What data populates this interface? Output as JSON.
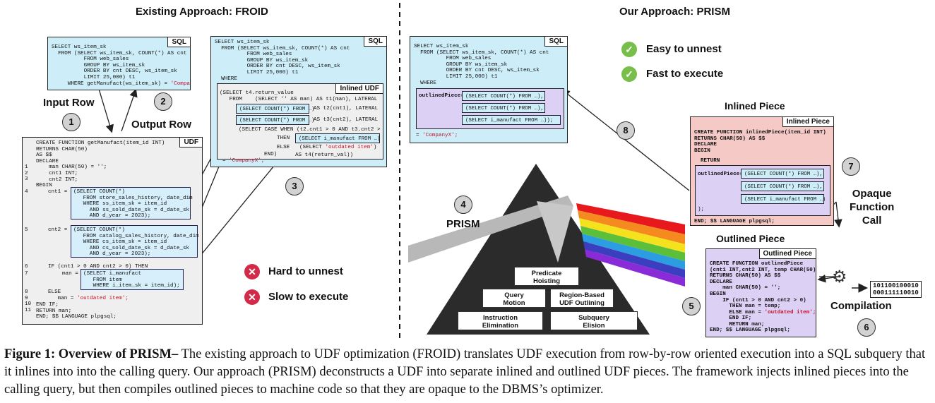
{
  "left": {
    "title": "Existing Approach: FROID",
    "input_row": "Input Row",
    "output_row": "Output Row",
    "sql_tag": "SQL",
    "udf_tag": "UDF",
    "inlined_udf_tag": "Inlined UDF",
    "sql_code": "SELECT ws_item_sk\n  FROM (SELECT ws_item_sk, COUNT(*) AS cnt\n          FROM web_sales\n          GROUP BY ws_item_sk\n          ORDER BY cnt DESC, ws_item_sk\n          LIMIT 25,000) t1\n     WHERE getManufact(ws_item_sk) = ",
    "sql_code_str": "'CompanyX';",
    "udf_head": "CREATE FUNCTION getManufact(item_id INT)\nRETURNS CHAR(50)\nAS $$\nDECLARE\n    man CHAR(50) = '';\n    cnt1 INT;\n    cnt2 INT;\nBEGIN",
    "udf_cnt1_label": "cnt1 =",
    "udf_cnt1_query": "(SELECT COUNT(*)\n   FROM store_sales_history, date_dim\n   WHERE ss_item_sk = item_id\n     AND ss_sold_date_sk = d_date_sk\n     AND d_year = 2023);",
    "udf_cnt2_label": "cnt2 =",
    "udf_cnt2_query": "(SELECT COUNT(*)\n   FROM catalog_sales_history, date_dim\n   WHERE cs_item_sk = item_id\n     AND cs_sold_date_sk = d_date_sk\n     AND d_year = 2023);",
    "udf_if": "IF (cnt1 > 0 AND cnt2 > 0) THEN",
    "udf_man_label": "man =",
    "udf_man_query": "(SELECT i_manufact\n   FROM item\n   WHERE i_item_sk = item_id);",
    "udf_else": "ELSE\n   man = ",
    "udf_else_str": "'outdated item';",
    "udf_tail": "END IF;\nRETURN man;\nEND; $$ LANGUAGE plpgsql;",
    "line_numbers": "1\n2\n3",
    "line_4": "4",
    "line_5": "5",
    "line_6": "6",
    "line_7": "7",
    "line_8_11": "8\n9\n10\n11",
    "froid_code_top": "SELECT ws_item_sk\n  FROM (SELECT ws_item_sk, COUNT(*) AS cnt\n          FROM web_sales\n          GROUP BY ws_item_sk\n          ORDER BY cnt DESC, ws_item_sk\n          LIMIT 25,000) t1\n  WHERE",
    "froid_inner_1": "(SELECT t4.return_value\n   FROM    (SELECT '' AS man) AS t1(man), LATERAL",
    "froid_q1": "(SELECT COUNT(*) FROM …)",
    "froid_q1_tail": "AS t2(cnt1), LATERAL",
    "froid_q2": "(SELECT COUNT(*) FROM …)",
    "froid_q2_tail": "AS t3(cnt2), LATERAL",
    "froid_case": "(SELECT CASE WHEN (t2.cnt1 > 0 AND t3.cnt2 > 0)",
    "froid_then": "THEN",
    "froid_q3": "(SELECT i_manufact FROM …)",
    "froid_else": "ELSE",
    "froid_else_val": "(SELECT ",
    "froid_else_str": "'outdated item'",
    "froid_else_close": ")",
    "froid_end": "END)",
    "froid_end_tail": "AS t4(return_val))",
    "froid_tail": "= ",
    "froid_tail_str": "'CompanyX';",
    "hard": "Hard to unnest",
    "slow": "Slow to execute",
    "x_icon": "✕"
  },
  "right": {
    "title": "Our Approach: PRISM",
    "easy": "Easy to unnest",
    "fast": "Fast to execute",
    "check_icon": "✓",
    "sql_tag": "SQL",
    "sql_code": "SELECT ws_item_sk\n  FROM (SELECT ws_item_sk, COUNT(*) AS cnt\n          FROM web_sales\n          GROUP BY ws_item_sk\n          ORDER BY cnt DESC, ws_item_sk\n          LIMIT 25,000) t1\n  WHERE",
    "outlined_call": "outlinedPiece(",
    "sub_q1": "(SELECT COUNT(*) FROM …),",
    "sub_q2": "(SELECT COUNT(*) FROM …),",
    "sub_q3": "(SELECT i_manufact FROM …));",
    "sql_tail": "= ",
    "sql_tail_str": "'CompanyX';",
    "prism_label": "PRISM",
    "prism_boxes": [
      "Predicate\nHoisting",
      "Query\nMotion",
      "Region-Based\nUDF Outlining",
      "Instruction\nElimination",
      "Subquery\nElision"
    ],
    "inlined_title": "Inlined Piece",
    "inlined_tag": "Inlined Piece",
    "inlined_head": "CREATE FUNCTION inlinedPiece(item_id INT)\nRETURNS CHAR(50) AS $$\nDECLARE\nBEGIN",
    "inlined_return": "RETURN",
    "inlined_call": "outlinedPiece(",
    "inlined_q1": "(SELECT COUNT(*) FROM …),",
    "inlined_q2": "(SELECT COUNT(*) FROM …),",
    "inlined_q3": "(SELECT i_manufact FROM …)",
    "inlined_close": ");",
    "inlined_tail": "END; $$ LANGUAGE plpgsql;",
    "opaque": "Opaque\nFunction\nCall",
    "outlined_title": "Outlined Piece",
    "outlined_tag": "Outlined Piece",
    "outlined_code": "CREATE FUNCTION outlinedPiece\n(cnt1 INT,cnt2 INT, temp CHAR(50))\nRETURNS CHAR(50) AS $$\nDECLARE\n    man CHAR(50) = '';\nBEGIN\n    IF (cnt1 > 0 AND cnt2 > 0)\n      THEN man = temp;\n      ELSE man = ",
    "outlined_str": "'outdated item';",
    "outlined_tail": "      END IF;\n      RETURN man;\nEND; $$ LANGUAGE plpgsql;",
    "compilation": "Compilation",
    "binary": "101100100010\n000111110010",
    "gear_icon": "⚙"
  },
  "steps": [
    "1",
    "2",
    "3",
    "4",
    "5",
    "6",
    "7",
    "8"
  ],
  "caption": {
    "bold": "Figure 1: Overview of PRISM–",
    "text": " The existing approach to UDF optimization (FROID) translates UDF execution from row-by-row oriented execution into a SQL subquery that it inlines into into the calling query. Our approach (PRISM) deconstructs a UDF into separate inlined and outlined UDF pieces. The framework injects inlined pieces into the calling query, but then compiles outlined pieces to machine code so that they are opaque to the DBMS’s optimizer."
  },
  "colors": {
    "sql_bg": "#cdeef9",
    "udf_bg": "#efefef",
    "inlined_bg": "#f5c9c6",
    "outlined_bg": "#dcd0f5",
    "bad": "#d22b4a",
    "good": "#77bf4a",
    "string": "#c0102a"
  }
}
